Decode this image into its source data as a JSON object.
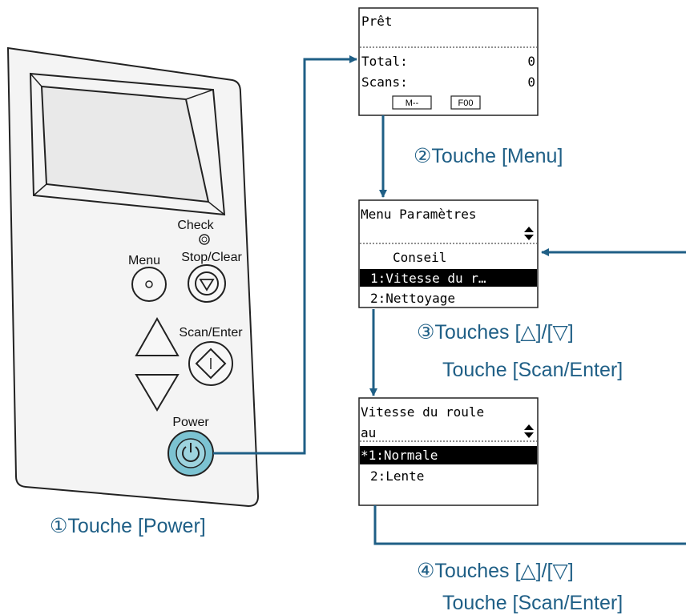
{
  "colors": {
    "arrow": "#1f5f86",
    "caption": "#1f5f86",
    "power_button": "#7cc3d2",
    "highlight": "#000000"
  },
  "panel": {
    "check_label": "Check",
    "menu_label": "Menu",
    "stop_clear_label": "Stop/Clear",
    "scan_enter_label": "Scan/Enter",
    "power_label": "Power"
  },
  "screen1": {
    "status": "Prêt",
    "total_label": "Total:",
    "total_value": "0",
    "scans_label": "Scans:",
    "scans_value": "0",
    "mode_badge": "M--",
    "code_badge": "F00"
  },
  "screen2": {
    "title": "Menu Paramètres",
    "items": [
      "Conseil",
      "1:Vitesse du r…",
      "2:Nettoyage"
    ],
    "selected_index": 1
  },
  "screen3": {
    "title_line1": "Vitesse du roule",
    "title_line2": "au",
    "items": [
      "*1:Normale",
      "2:Lente"
    ],
    "selected_index": 0
  },
  "steps": {
    "step1": "①Touche [Power]",
    "step2": "②Touche [Menu]",
    "step3_line1": "③Touches [△]/[▽]",
    "step3_line2": "Touche [Scan/Enter]",
    "step4_line1": "④Touches [△]/[▽]",
    "step4_line2": "Touche [Scan/Enter]"
  }
}
